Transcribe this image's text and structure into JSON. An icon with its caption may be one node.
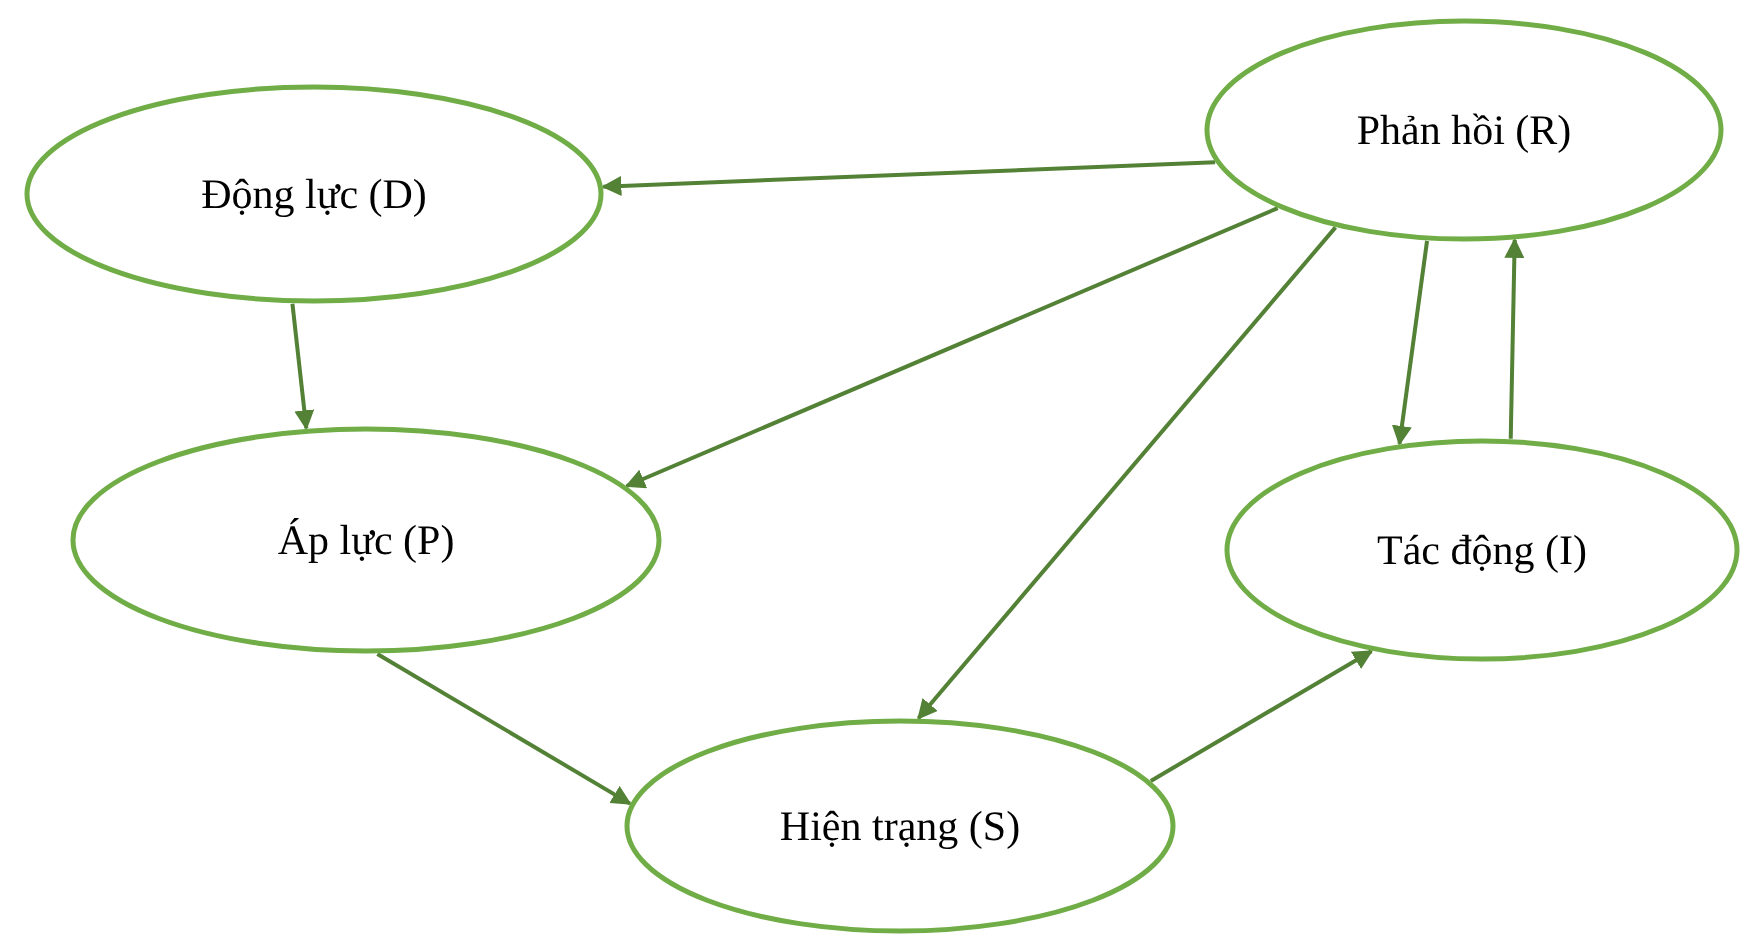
{
  "diagram": {
    "nodes": [
      {
        "text": [
          "Động lực (D)"
        ]
      },
      {
        "text": [
          "Phản hồi (R)"
        ]
      },
      {
        "text": [
          "Áp lực (P)"
        ]
      },
      {
        "text": [
          "Tác động (I)"
        ]
      },
      {
        "text": [
          "Hiện trạng (S)"
        ]
      }
    ],
    "edges": [
      {
        "from": 1,
        "to": 0,
        "arrow": "to"
      },
      {
        "from": 0,
        "to": 2,
        "arrow": "to"
      },
      {
        "from": 1,
        "to": 2,
        "arrow": "to"
      },
      {
        "from": 1,
        "to": 4,
        "arrow": "to"
      },
      {
        "from": 2,
        "to": 4,
        "arrow": "to"
      },
      {
        "from": 4,
        "to": 3,
        "arrow": "to"
      },
      {
        "from": 1,
        "to": 3,
        "arrow": "to"
      },
      {
        "from": 3,
        "to": 1,
        "arrow": "to"
      }
    ]
  }
}
